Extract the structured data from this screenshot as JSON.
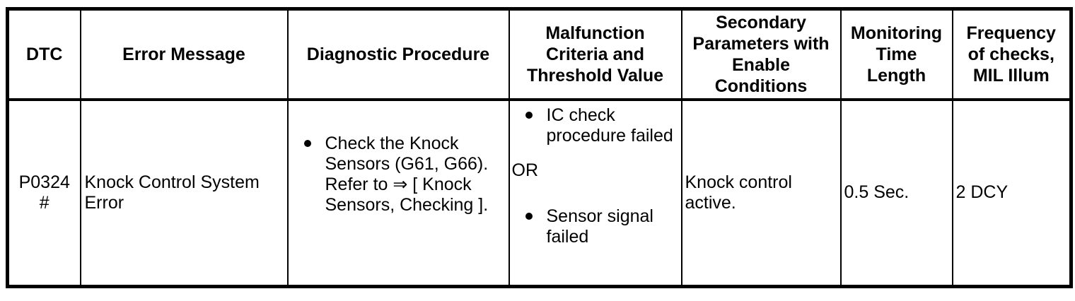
{
  "colors": {
    "background": "#ffffff",
    "border": "#000000",
    "text": "#000000"
  },
  "table": {
    "columns": [
      "DTC",
      "Error Message",
      "Diagnostic Procedure",
      "Malfunction\nCriteria and\nThreshold Value",
      "Secondary\nParameters with\nEnable\nConditions",
      "Monitoring\nTime\nLength",
      "Frequency\nof checks,\nMIL Illum"
    ],
    "row": {
      "dtc": {
        "code": "P0324",
        "flag": "#"
      },
      "error_message": "Knock Control System Error",
      "diagnostic_procedure": {
        "items": [
          "Check the Knock Sensors (G61, G66). Refer to ⇒ [ Knock Sensors, Checking ]."
        ]
      },
      "malfunction_criteria": {
        "items": [
          "IC check procedure failed",
          "Sensor signal failed"
        ],
        "connector": "OR"
      },
      "secondary_parameters": "Knock control active.",
      "monitoring_time": "0.5 Sec.",
      "frequency_of_checks": "2 DCY"
    }
  }
}
